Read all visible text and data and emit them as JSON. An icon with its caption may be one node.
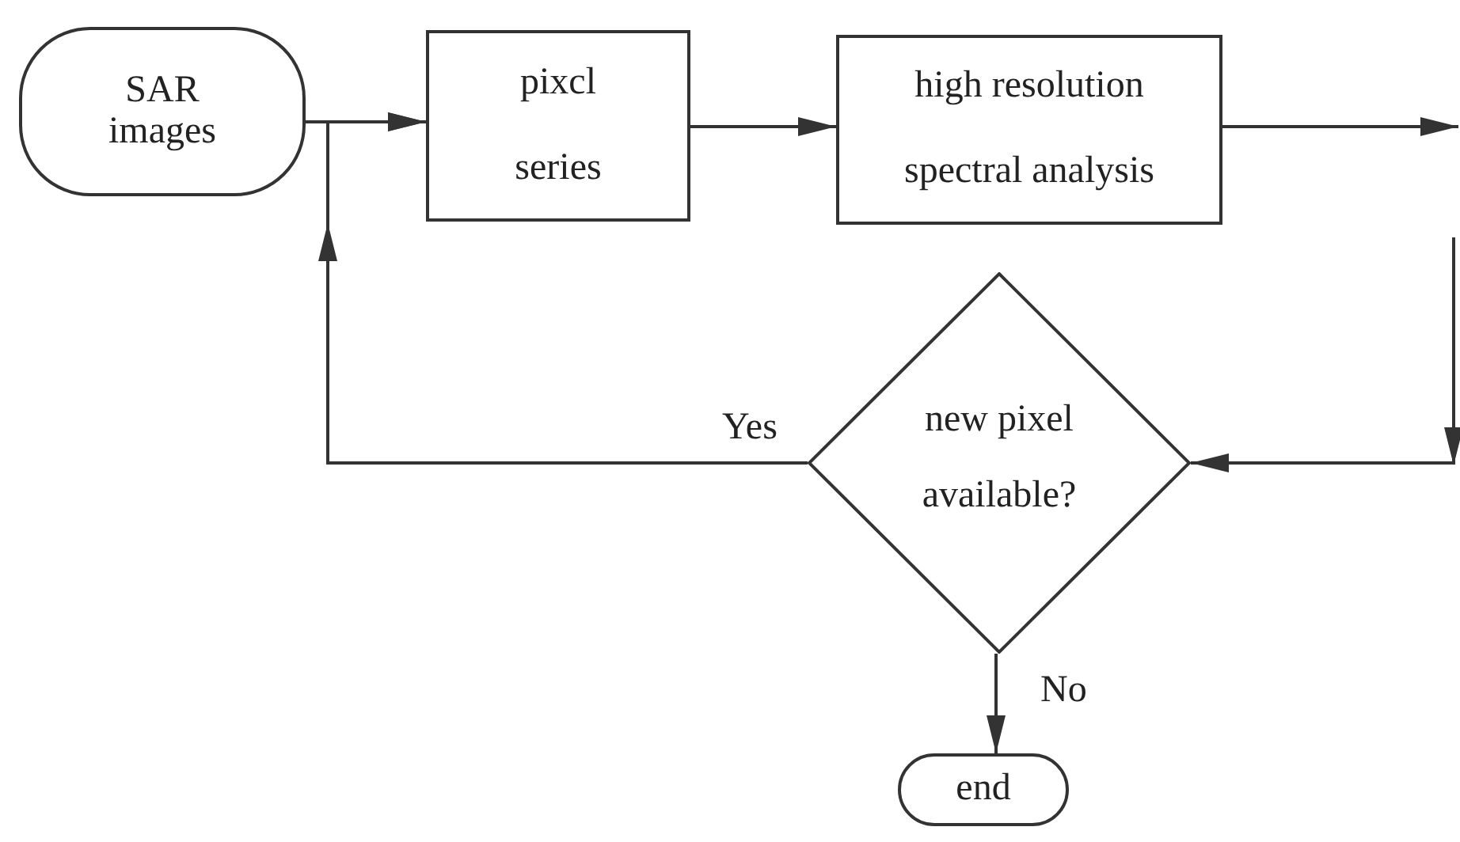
{
  "diagram": {
    "nodes": [
      {
        "text": [
          "SAR images"
        ]
      },
      {
        "text": [
          "pixcl",
          "series"
        ]
      },
      {
        "text": [
          "high resolution",
          "spectral analysis"
        ]
      },
      {
        "text": [
          "new pixel",
          "available?"
        ]
      },
      {
        "text": [
          "end"
        ]
      }
    ],
    "edges": [
      {
        "from": 0,
        "to": 1,
        "arrow": "to"
      },
      {
        "from": 1,
        "to": 2,
        "arrow": "to"
      },
      {
        "from": 2,
        "to": null,
        "arrow": "to"
      },
      {
        "from": null,
        "to": 3,
        "arrow": "to"
      },
      {
        "from": 3,
        "to": 1,
        "arrow": "to",
        "label": "Yes"
      },
      {
        "from": 3,
        "to": 4,
        "arrow": "to",
        "label": "No"
      }
    ]
  }
}
